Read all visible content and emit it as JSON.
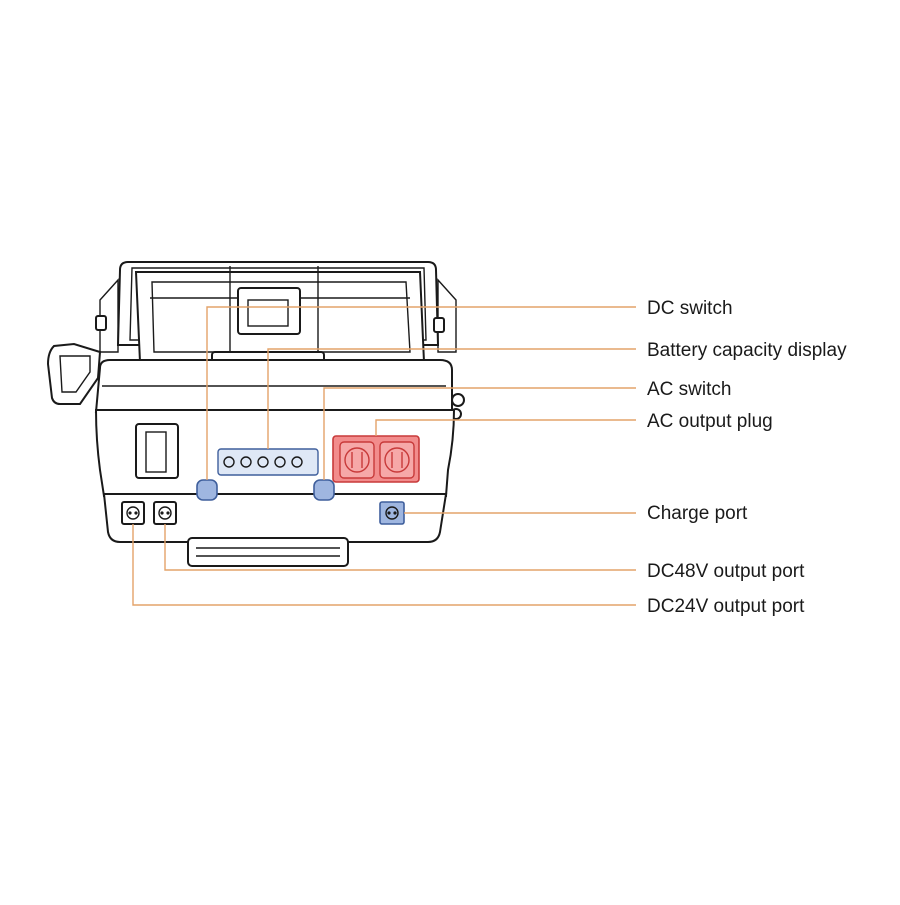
{
  "colors": {
    "leader": "#e3a36a",
    "switch_fill": "#9fb6e0",
    "switch_stroke": "#3f5f9c",
    "display_fill": "#dfe8f6",
    "plug_fill": "#f28c8c",
    "plug_stroke": "#c83a3a",
    "outline": "#1a1a1a"
  },
  "labels": {
    "dc_switch": "DC switch",
    "battery_capacity_display": "Battery capacity display",
    "ac_switch": "AC switch",
    "ac_output_plug": "AC output plug",
    "charge_port": "Charge port",
    "dc48v_output_port": "DC48V output port",
    "dc24v_output_port": "DC24V output port"
  },
  "battery_display": {
    "indicator_count": 5
  }
}
